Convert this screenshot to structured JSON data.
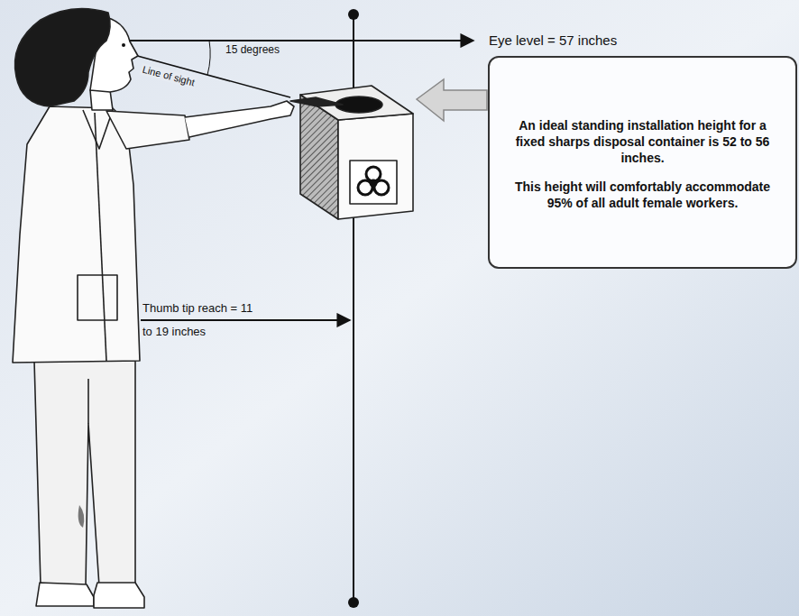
{
  "diagram": {
    "nodes": [
      {
        "text": [
          "An ideal standing installation height for a fixed sharps disposal container is 52 to 56 inches.",
          "This height will comfortably accommodate 95% of all adult female workers."
        ]
      }
    ],
    "labels": [
      "Eye level  = 57 inches",
      "15 degrees",
      "Line of sight",
      "Thumb tip reach = 11 to 19 inches"
    ]
  }
}
